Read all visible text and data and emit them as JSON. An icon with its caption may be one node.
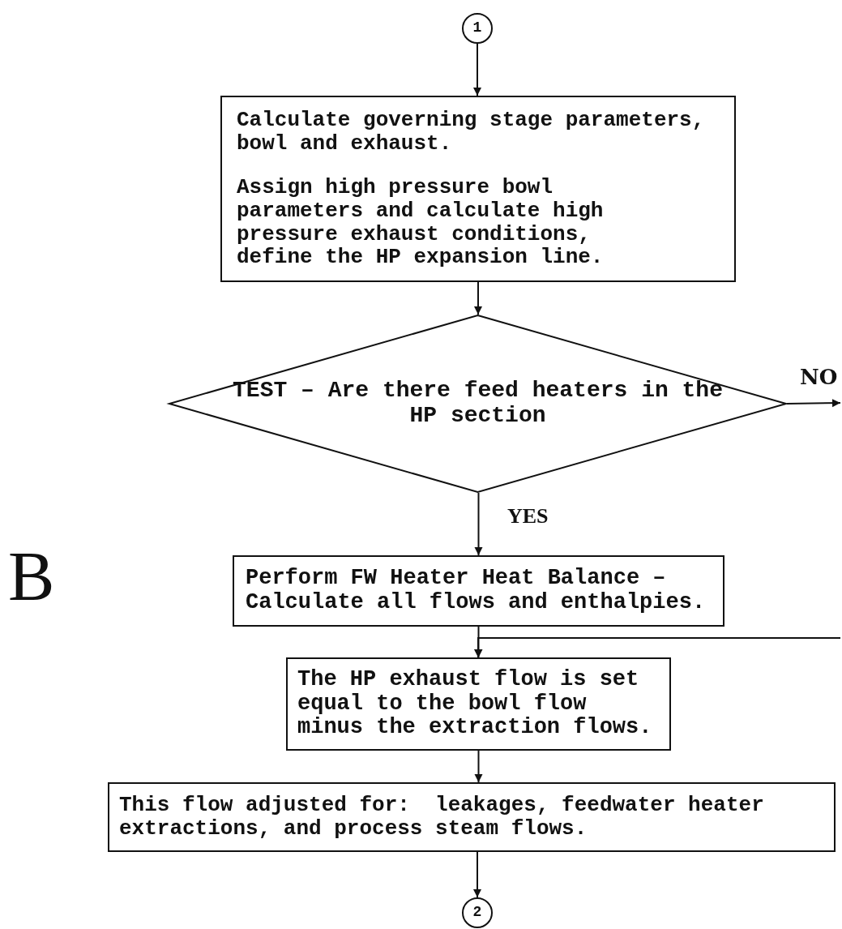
{
  "diagram": {
    "nodes": [
      {
        "text": [
          "1"
        ]
      },
      {
        "text": [
          "Calculate governing stage parameters, bowl and exhaust.",
          "Assign high pressure bowl parameters and calculate high pressure exhaust conditions, define the HP expansion line."
        ]
      },
      {
        "text": [
          "TEST – Are there feed heaters in the HP section"
        ]
      },
      {
        "text": [
          "Perform FW Heater Heat Balance – Calculate all flows and enthalpies."
        ]
      },
      {
        "text": [
          "The HP exhaust flow is set equal to the bowl flow minus the extraction flows."
        ]
      },
      {
        "text": [
          "This flow adjusted for:  leakages, feedwater heater extractions, and process steam flows."
        ]
      },
      {
        "text": [
          "2"
        ]
      }
    ],
    "edges": [
      {
        "from": 0,
        "to": 1,
        "arrow": "to"
      },
      {
        "from": 1,
        "to": 2,
        "arrow": "to"
      },
      {
        "from": 2,
        "to": null,
        "arrow": "to",
        "label": "NO"
      },
      {
        "from": 2,
        "to": 3,
        "arrow": "to",
        "label": "YES"
      },
      {
        "from": 3,
        "to": 4,
        "arrow": "to"
      },
      {
        "from": null,
        "to": 4,
        "arrow": "to"
      },
      {
        "from": 4,
        "to": 5,
        "arrow": "to"
      },
      {
        "from": 5,
        "to": 6,
        "arrow": "to"
      }
    ],
    "labels": [
      "B"
    ]
  }
}
